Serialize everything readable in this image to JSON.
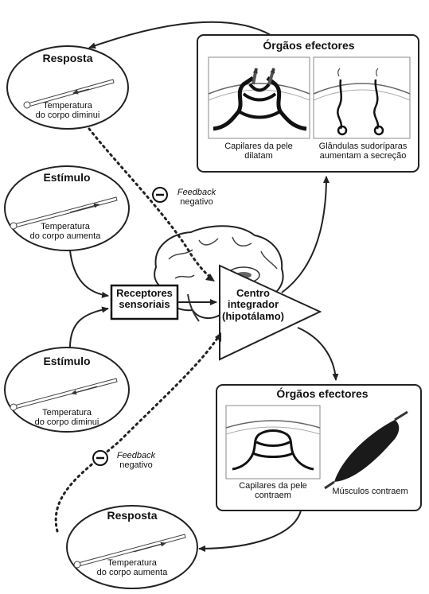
{
  "responses": {
    "top": {
      "title": "Resposta",
      "caption": [
        "Temperatura",
        "do corpo diminui"
      ]
    },
    "bottom": {
      "title": "Resposta",
      "caption": [
        "Temperatura",
        "do corpo aumenta"
      ]
    }
  },
  "stimuli": {
    "top": {
      "title": "Estímulo",
      "caption": [
        "Temperatura",
        "do corpo aumenta"
      ]
    },
    "bottom": {
      "title": "Estímulo",
      "caption": [
        "Temperatura",
        "do corpo diminui"
      ]
    }
  },
  "effectors_top": {
    "title": "Órgãos efectores",
    "left_caption": [
      "Capilares da pele",
      "dilatam"
    ],
    "right_caption": [
      "Glândulas sudoríparas",
      "aumentam a secreção"
    ]
  },
  "effectors_bottom": {
    "title": "Órgãos efectores",
    "left_caption": [
      "Capilares da pele",
      "contraem"
    ],
    "right_caption": "Músculos contraem"
  },
  "receptors_label": [
    "Receptores",
    "sensoriais"
  ],
  "integrator_label": [
    "Centro",
    "integrador",
    "(hipotálamo)"
  ],
  "feedback": {
    "sign": "−",
    "word": "Feedback",
    "qualifier": "negativo"
  }
}
